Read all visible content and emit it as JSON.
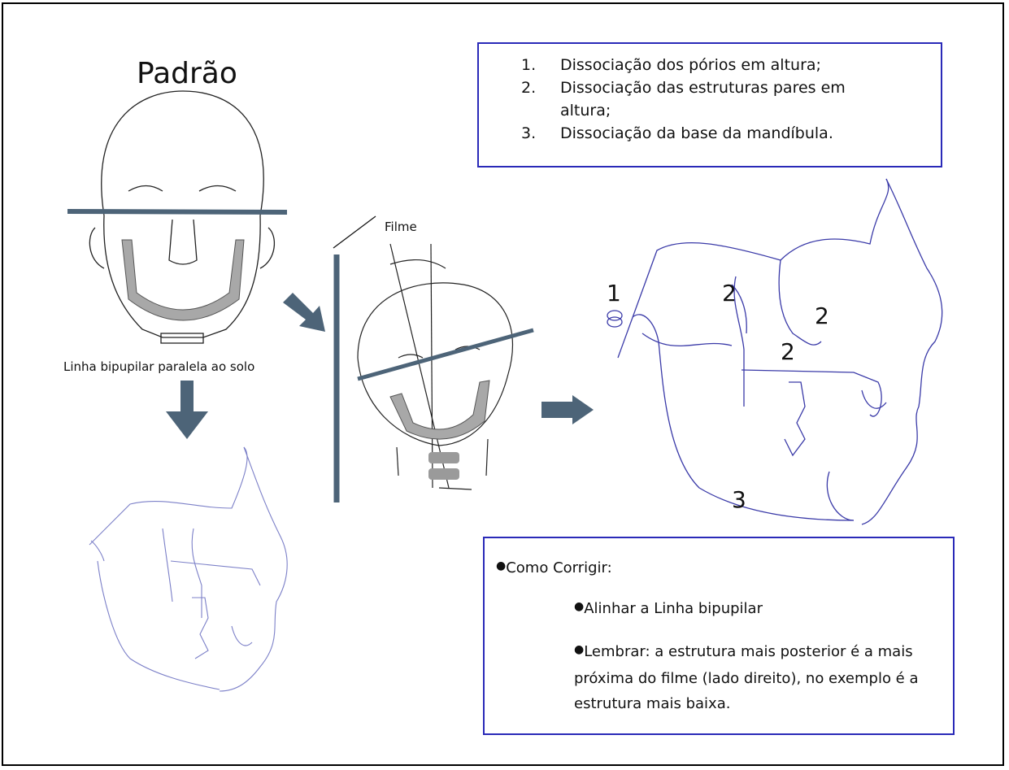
{
  "title": "Padrão",
  "caption": "Linha bipupilar paralela ao solo",
  "film_label": "Filme",
  "errors": {
    "items": [
      {
        "num": "1.",
        "text": "Dissociação dos pórios em altura;"
      },
      {
        "num": "2.",
        "text": "Dissociação das estruturas pares em altura;"
      },
      {
        "num": "3.",
        "text": "Dissociação da base da mandíbula."
      }
    ]
  },
  "structure_labels": [
    "1",
    "2",
    "2",
    "2",
    "3"
  ],
  "correction": {
    "heading": "Como Corrigir:",
    "step1": "Alinhar a Linha bipupilar",
    "step2": "Lembrar: a estrutura mais posterior é a mais próxima do filme (lado direito), no exemplo é a estrutura mais baixa."
  },
  "colors": {
    "bar": "#4d6478",
    "box_border": "#2a2ab8",
    "tracing": "#3a3aa8",
    "tracing_light": "#7c80c8"
  }
}
